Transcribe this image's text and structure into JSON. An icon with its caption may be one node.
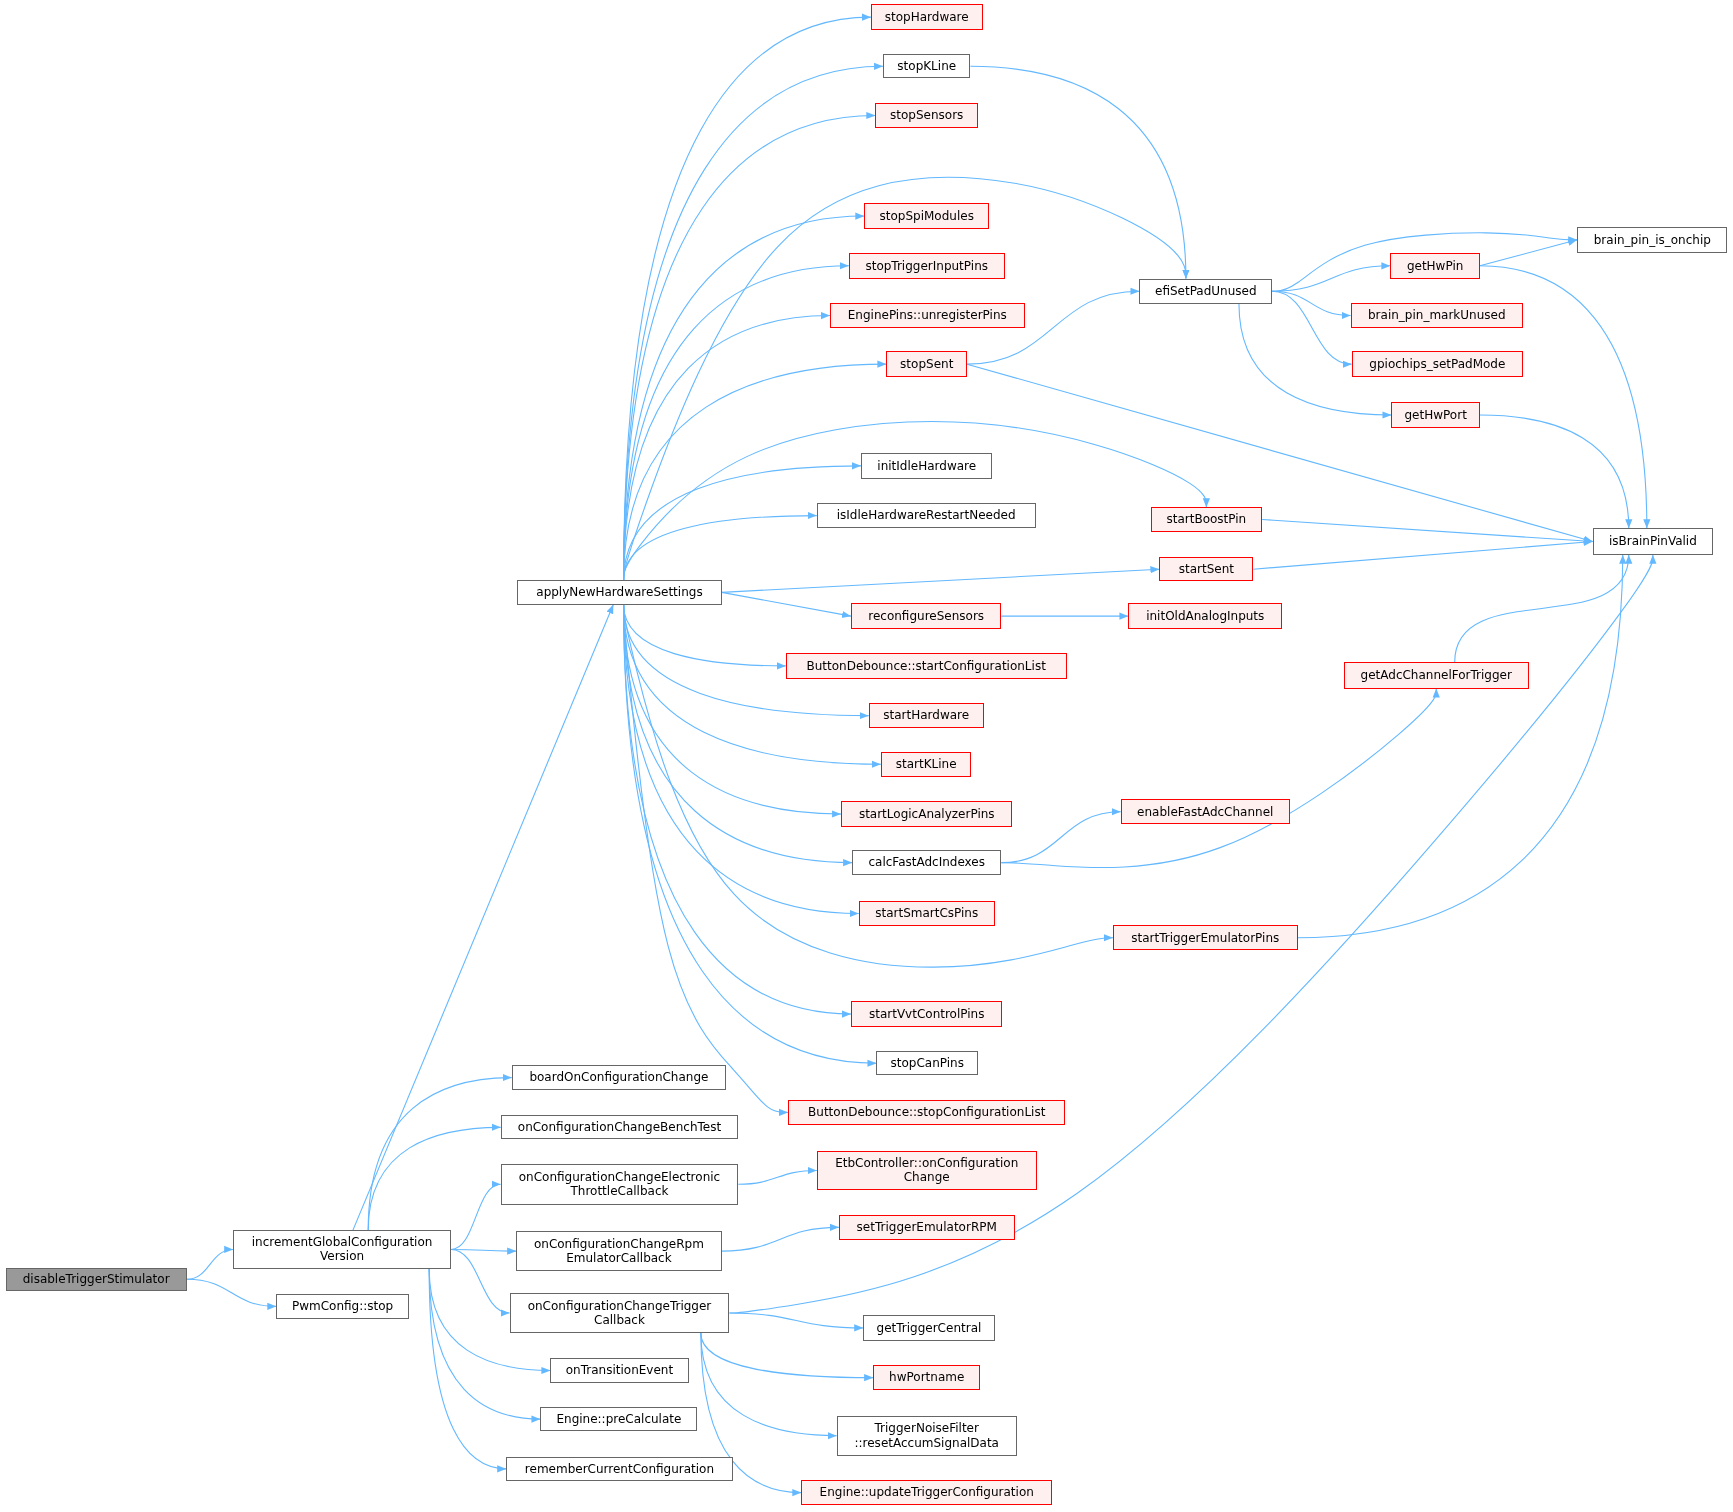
{
  "diagram": {
    "nodes": [
      {
        "text": [
          "disableTriggerStimulator"
        ]
      },
      {
        "text": [
          "incrementGlobalConfiguration Version"
        ]
      },
      {
        "text": [
          "PwmConfig::stop"
        ]
      },
      {
        "text": [
          "applyNewHardwareSettings"
        ]
      },
      {
        "text": [
          "boardOnConfigurationChange"
        ]
      },
      {
        "text": [
          "onConfigurationChangeBenchTest"
        ]
      },
      {
        "text": [
          "onConfigurationChangeElectronic ThrottleCallback"
        ]
      },
      {
        "text": [
          "onConfigurationChangeRpm EmulatorCallback"
        ]
      },
      {
        "text": [
          "onConfigurationChangeTrigger Callback"
        ]
      },
      {
        "text": [
          "onTransitionEvent"
        ]
      },
      {
        "text": [
          "Engine::preCalculate"
        ]
      },
      {
        "text": [
          "rememberCurrentConfiguration"
        ]
      },
      {
        "text": [
          "stopHardware"
        ]
      },
      {
        "text": [
          "stopKLine"
        ]
      },
      {
        "text": [
          "stopSensors"
        ]
      },
      {
        "text": [
          "stopSpiModules"
        ]
      },
      {
        "text": [
          "stopTriggerInputPins"
        ]
      },
      {
        "text": [
          "EnginePins::unregisterPins"
        ]
      },
      {
        "text": [
          "stopSent"
        ]
      },
      {
        "text": [
          "initIdleHardware"
        ]
      },
      {
        "text": [
          "isIdleHardwareRestartNeeded"
        ]
      },
      {
        "text": [
          "reconfigureSensors"
        ]
      },
      {
        "text": [
          "ButtonDebounce::startConfigurationList"
        ]
      },
      {
        "text": [
          "startHardware"
        ]
      },
      {
        "text": [
          "startKLine"
        ]
      },
      {
        "text": [
          "startLogicAnalyzerPins"
        ]
      },
      {
        "text": [
          "calcFastAdcIndexes"
        ]
      },
      {
        "text": [
          "startSmartCsPins"
        ]
      },
      {
        "text": [
          "startVvtControlPins"
        ]
      },
      {
        "text": [
          "stopCanPins"
        ]
      },
      {
        "text": [
          "ButtonDebounce::stopConfigurationList"
        ]
      },
      {
        "text": [
          "EtbController::onConfiguration Change"
        ]
      },
      {
        "text": [
          "setTriggerEmulatorRPM"
        ]
      },
      {
        "text": [
          "getTriggerCentral"
        ]
      },
      {
        "text": [
          "hwPortname"
        ]
      },
      {
        "text": [
          "TriggerNoiseFilter ::resetAccumSignalData"
        ]
      },
      {
        "text": [
          "Engine::updateTriggerConfiguration"
        ]
      },
      {
        "text": [
          "efiSetPadUnused"
        ]
      },
      {
        "text": [
          "startBoostPin"
        ]
      },
      {
        "text": [
          "startSent"
        ]
      },
      {
        "text": [
          "initOldAnalogInputs"
        ]
      },
      {
        "text": [
          "enableFastAdcChannel"
        ]
      },
      {
        "text": [
          "startTriggerEmulatorPins"
        ]
      },
      {
        "text": [
          "getHwPin"
        ]
      },
      {
        "text": [
          "brain_pin_markUnused"
        ]
      },
      {
        "text": [
          "gpiochips_setPadMode"
        ]
      },
      {
        "text": [
          "getHwPort"
        ]
      },
      {
        "text": [
          "getAdcChannelForTrigger"
        ]
      },
      {
        "text": [
          "brain_pin_is_onchip"
        ]
      },
      {
        "text": [
          "isBrainPinValid"
        ]
      }
    ],
    "edges": [
      {
        "from": 0,
        "to": 1,
        "arrow": "to"
      },
      {
        "from": 0,
        "to": 2,
        "arrow": "to"
      },
      {
        "from": 1,
        "to": 3,
        "arrow": "to"
      },
      {
        "from": 1,
        "to": 4,
        "arrow": "to"
      },
      {
        "from": 1,
        "to": 5,
        "arrow": "to"
      },
      {
        "from": 1,
        "to": 6,
        "arrow": "to"
      },
      {
        "from": 1,
        "to": 7,
        "arrow": "to"
      },
      {
        "from": 1,
        "to": 8,
        "arrow": "to"
      },
      {
        "from": 1,
        "to": 9,
        "arrow": "to"
      },
      {
        "from": 1,
        "to": 10,
        "arrow": "to"
      },
      {
        "from": 1,
        "to": 11,
        "arrow": "to"
      },
      {
        "from": 3,
        "to": 12,
        "arrow": "to"
      },
      {
        "from": 3,
        "to": 13,
        "arrow": "to"
      },
      {
        "from": 3,
        "to": 14,
        "arrow": "to"
      },
      {
        "from": 3,
        "to": 37,
        "arrow": "to"
      },
      {
        "from": 3,
        "to": 15,
        "arrow": "to"
      },
      {
        "from": 3,
        "to": 16,
        "arrow": "to"
      },
      {
        "from": 3,
        "to": 17,
        "arrow": "to"
      },
      {
        "from": 3,
        "to": 18,
        "arrow": "to"
      },
      {
        "from": 3,
        "to": 38,
        "arrow": "to"
      },
      {
        "from": 3,
        "to": 19,
        "arrow": "to"
      },
      {
        "from": 3,
        "to": 20,
        "arrow": "to"
      },
      {
        "from": 3,
        "to": 39,
        "arrow": "to"
      },
      {
        "from": 3,
        "to": 21,
        "arrow": "to"
      },
      {
        "from": 3,
        "to": 22,
        "arrow": "to"
      },
      {
        "from": 3,
        "to": 23,
        "arrow": "to"
      },
      {
        "from": 3,
        "to": 24,
        "arrow": "to"
      },
      {
        "from": 3,
        "to": 25,
        "arrow": "to"
      },
      {
        "from": 3,
        "to": 26,
        "arrow": "to"
      },
      {
        "from": 3,
        "to": 27,
        "arrow": "to"
      },
      {
        "from": 3,
        "to": 42,
        "arrow": "to"
      },
      {
        "from": 3,
        "to": 28,
        "arrow": "to"
      },
      {
        "from": 3,
        "to": 29,
        "arrow": "to"
      },
      {
        "from": 3,
        "to": 30,
        "arrow": "to"
      },
      {
        "from": 6,
        "to": 31,
        "arrow": "to"
      },
      {
        "from": 7,
        "to": 32,
        "arrow": "to"
      },
      {
        "from": 8,
        "to": 49,
        "arrow": "to"
      },
      {
        "from": 8,
        "to": 33,
        "arrow": "to"
      },
      {
        "from": 8,
        "to": 34,
        "arrow": "to"
      },
      {
        "from": 8,
        "to": 35,
        "arrow": "to"
      },
      {
        "from": 8,
        "to": 36,
        "arrow": "to"
      },
      {
        "from": 13,
        "to": 37,
        "arrow": "to"
      },
      {
        "from": 18,
        "to": 37,
        "arrow": "to"
      },
      {
        "from": 18,
        "to": 49,
        "arrow": "to"
      },
      {
        "from": 21,
        "to": 40,
        "arrow": "to"
      },
      {
        "from": 26,
        "to": 41,
        "arrow": "to"
      },
      {
        "from": 26,
        "to": 47,
        "arrow": "to"
      },
      {
        "from": 37,
        "to": 48,
        "arrow": "to"
      },
      {
        "from": 37,
        "to": 43,
        "arrow": "to"
      },
      {
        "from": 37,
        "to": 44,
        "arrow": "to"
      },
      {
        "from": 37,
        "to": 45,
        "arrow": "to"
      },
      {
        "from": 37,
        "to": 46,
        "arrow": "to"
      },
      {
        "from": 38,
        "to": 49,
        "arrow": "to"
      },
      {
        "from": 39,
        "to": 49,
        "arrow": "to"
      },
      {
        "from": 42,
        "to": 49,
        "arrow": "to"
      },
      {
        "from": 43,
        "to": 48,
        "arrow": "to"
      },
      {
        "from": 43,
        "to": 49,
        "arrow": "to"
      },
      {
        "from": 46,
        "to": 49,
        "arrow": "to"
      },
      {
        "from": 47,
        "to": 49,
        "arrow": "to"
      }
    ]
  }
}
